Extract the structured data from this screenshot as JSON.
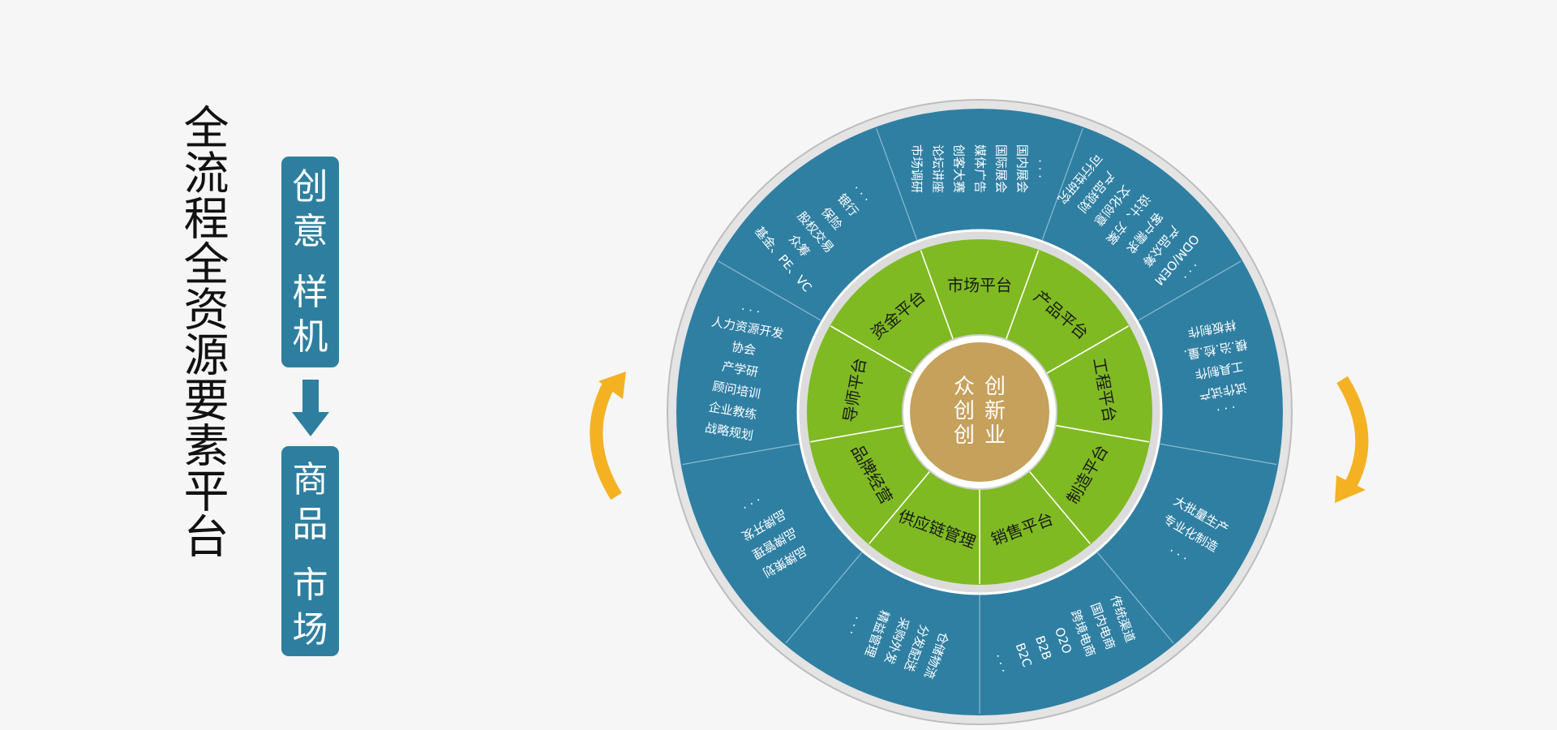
{
  "title": "全流程全资源要素平台",
  "flow": {
    "top": [
      "创意",
      "样机"
    ],
    "bottom": [
      "商品",
      "市场"
    ]
  },
  "center": {
    "col_left": "众创创",
    "col_right": "创新业"
  },
  "platforms": [
    "市场平台",
    "产品平台",
    "工程平台",
    "制造平台",
    "销售平台",
    "供应链管理",
    "品牌经营",
    "导师平台",
    "资金平台"
  ],
  "outer_sectors": [
    [
      "市场调研",
      "论坛讲座",
      "创客大赛",
      "媒体广告",
      "国际展会",
      "国内展会",
      ". . ."
    ],
    [
      "可行性研究",
      "产品规划",
      "文化创意",
      "设计、方案",
      "客户需求",
      "产品众筹",
      "ODM/OEM",
      ". . ."
    ],
    [
      "样板制作",
      "模.治.检.量.",
      "工具制作",
      "试作试产",
      ". . ."
    ],
    [
      "大批量生产",
      "专业化制造",
      ". . ."
    ],
    [
      "传统渠道",
      "国内电商",
      "跨境电商",
      "O2O",
      "B2B",
      "B2C",
      ". . ."
    ],
    [
      "仓储物流",
      "分发配送",
      "采购外发",
      "精益管理",
      ". . ."
    ],
    [
      "品牌策划",
      "品牌管理",
      "品牌开发",
      ". . ."
    ],
    [
      "战略规划",
      "企业教练",
      "顾问培训",
      "产学研",
      "协会",
      "人力资源开发",
      ". . ."
    ],
    [
      "基金、PE、VC",
      "众筹",
      "股权交易",
      "保险",
      "银行",
      ". . ."
    ]
  ],
  "colors": {
    "outer_ring": "#2f7fa3",
    "inner_ring": "#7fba22",
    "center": "#c6a15c",
    "arrows": "#f4b223",
    "box": "#2e7f9f"
  }
}
